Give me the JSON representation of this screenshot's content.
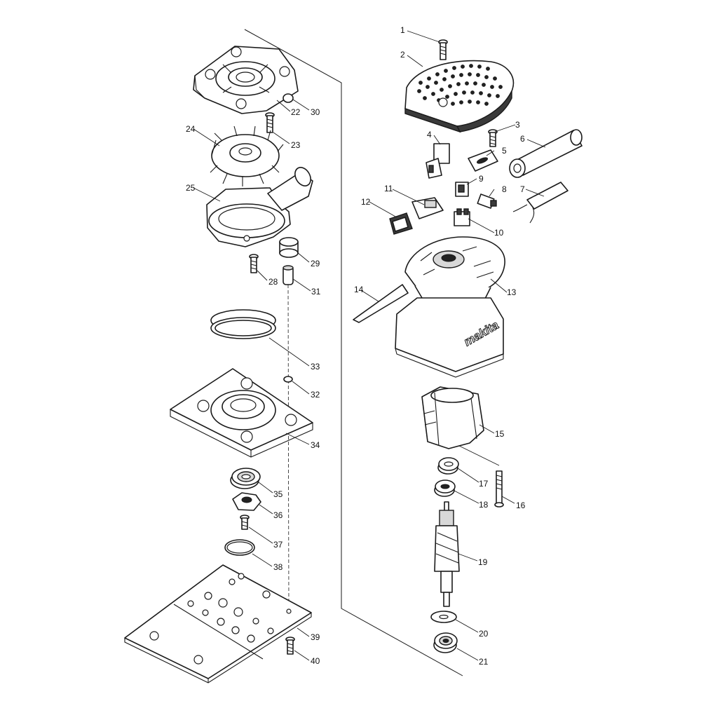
{
  "brand_text": "makita",
  "callouts": [
    "1",
    "2",
    "3",
    "4",
    "5",
    "6",
    "7",
    "8",
    "9",
    "10",
    "11",
    "12",
    "13",
    "14",
    "15",
    "16",
    "17",
    "18",
    "19",
    "20",
    "21",
    "22",
    "23",
    "24",
    "25",
    "28",
    "29",
    "30",
    "31",
    "32",
    "33",
    "34",
    "35",
    "36",
    "37",
    "38",
    "39",
    "40"
  ]
}
